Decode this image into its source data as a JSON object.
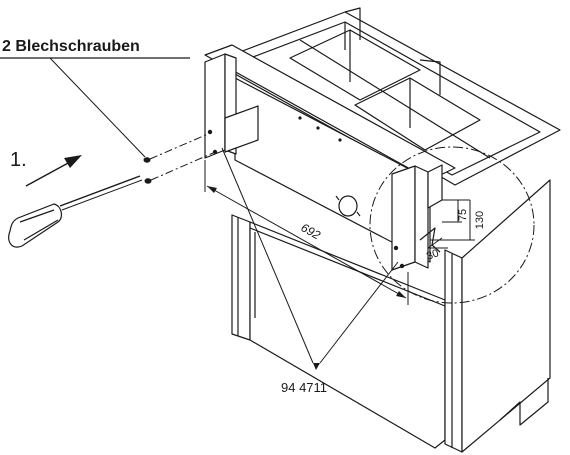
{
  "callouts": {
    "screws_label": "2 Blechschrauben",
    "step_label": "1.",
    "part_number": "94 4711"
  },
  "dimensions": {
    "width": "692",
    "height_small": "75",
    "height_large": "130",
    "angle": "30"
  },
  "colors": {
    "ink": "#1a1a1a",
    "paper": "#ffffff"
  },
  "icons": [
    "screwdriver-icon",
    "screw-icon"
  ]
}
